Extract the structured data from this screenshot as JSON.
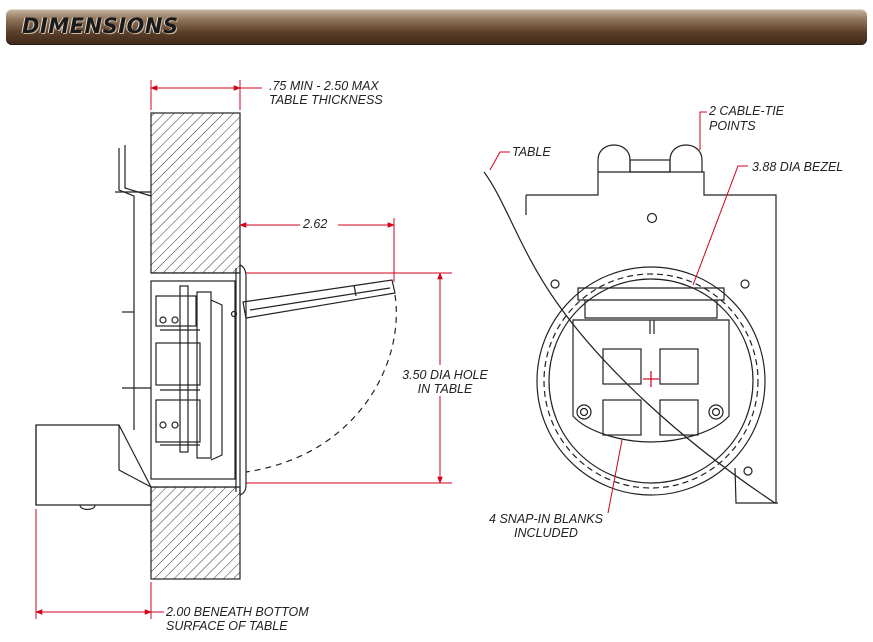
{
  "header": {
    "title": "DIMENSIONS"
  },
  "labels": {
    "thickness_1": ".75 MIN - 2.50 MAX",
    "thickness_2": "TABLE THICKNESS",
    "depth": "2.62",
    "hole_1": "3.50 DIA HOLE",
    "hole_2": "IN TABLE",
    "beneath_1": "2.00 BENEATH BOTTOM",
    "beneath_2": "SURFACE OF TABLE",
    "table": "TABLE",
    "cabletie_1": "2 CABLE-TIE",
    "cabletie_2": "POINTS",
    "bezel": "3.88 DIA BEZEL",
    "blanks_1": "4 SNAP-IN BLANKS",
    "blanks_2": "INCLUDED"
  },
  "colors": {
    "dimension": "#d0021b",
    "line": "#222222",
    "banner": "#5b3f2a"
  }
}
